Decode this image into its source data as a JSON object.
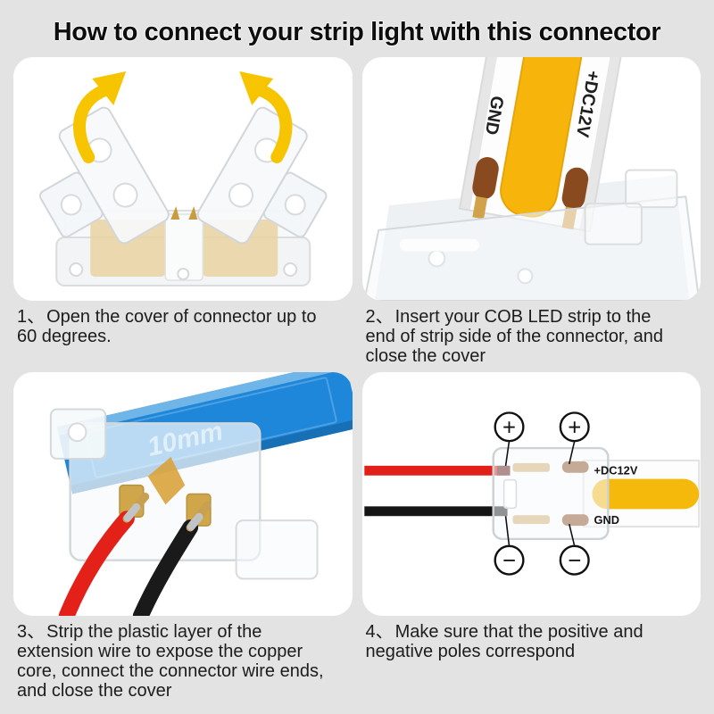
{
  "title": "How to connect your strip light with this connector",
  "steps": [
    {
      "number": "1、",
      "text": "Open the cover of connector up to 60 degrees."
    },
    {
      "number": "2、",
      "text": "Insert your COB LED strip to the end of strip side of the connector, and close the cover"
    },
    {
      "number": "3、",
      "text": "Strip the plastic layer of the extension wire to expose the copper core, connect the connector wire ends, and close the cover"
    },
    {
      "number": "4、",
      "text": "Make sure that the positive and negative poles correspond"
    }
  ],
  "illustrations": {
    "step2": {
      "label_gnd": "GND",
      "label_dc": "+DC12V"
    },
    "step3": {
      "label_width": "10mm"
    },
    "step4": {
      "label_dc": "+DC12V",
      "label_gnd": "GND",
      "plus": "+",
      "minus": "−"
    }
  },
  "colors": {
    "background": "#E3E3E3",
    "card": "#FFFFFF",
    "text": "#1C1C1C",
    "arrow_yellow": "#F7C400",
    "cob_yellow": "#F7B50C",
    "strip_blue": "#1F87DA",
    "wire_red": "#E02019",
    "wire_black": "#151515",
    "copper_pad": "#8A4A1F",
    "gold_contact": "#C9A050"
  }
}
